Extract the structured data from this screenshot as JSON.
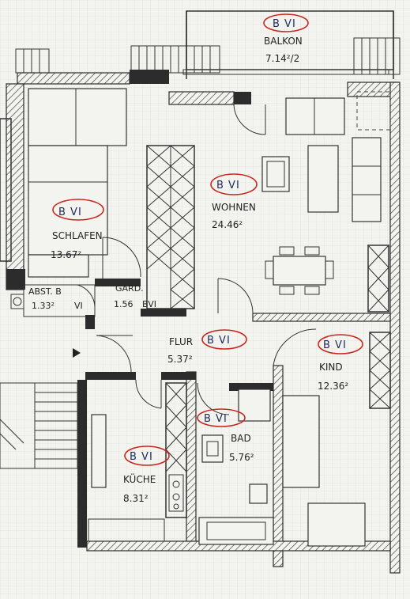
{
  "rooms": {
    "balkon": {
      "code": "B VI",
      "name": "BALKON",
      "area": "7.14²/2"
    },
    "wohnen": {
      "code": "B VI",
      "name": "WOHNEN",
      "area": "24.46²"
    },
    "schlafen": {
      "code": "B VI",
      "name": "SCHLAFEN",
      "area": "13.67²"
    },
    "abst": {
      "name": "ABST. B",
      "area": "1.33²",
      "code": "VI"
    },
    "gard": {
      "name": "GARD.",
      "area": "1.56",
      "code": "BVI"
    },
    "flur": {
      "name": "FLUR",
      "code": "B VI",
      "area": "5.37²"
    },
    "kind": {
      "code": "B VI",
      "name": "KIND",
      "area": "12.36²"
    },
    "bad": {
      "code": "B VI",
      "name": "BAD",
      "area": "5.76²"
    },
    "kueche": {
      "code": "B VI",
      "name": "KÜCHE",
      "area": "8.31²"
    }
  },
  "colors": {
    "wall": "#2c2c2c",
    "paper": "#f3f3ef",
    "marker": "#c8281e",
    "handwriting": "#1e2a5a"
  }
}
